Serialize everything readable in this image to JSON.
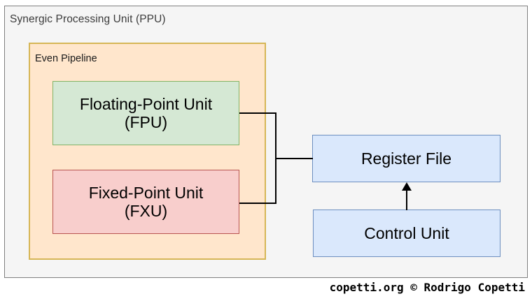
{
  "diagram": {
    "title": "Synergic Processing Unit (PPU)",
    "containers": [
      {
        "id": "ppu",
        "label": "Synergic Processing Unit (PPU)",
        "fill": "#f5f5f5",
        "stroke": "#7f7f7f"
      },
      {
        "id": "even-pipeline",
        "label": "Even Pipeline",
        "fill": "#ffe6cc",
        "stroke": "#d6b656"
      }
    ],
    "nodes": [
      {
        "id": "fpu",
        "line1": "Floating-Point Unit",
        "line2": "(FPU)",
        "fill": "#d5e8d4",
        "stroke": "#82b366"
      },
      {
        "id": "fxu",
        "line1": "Fixed-Point Unit",
        "line2": "(FXU)",
        "fill": "#f8cecc",
        "stroke": "#b85450"
      },
      {
        "id": "register-file",
        "line1": "Register File",
        "line2": "",
        "fill": "#dae8fc",
        "stroke": "#6c8ebf"
      },
      {
        "id": "control-unit",
        "line1": "Control Unit",
        "line2": "",
        "fill": "#dae8fc",
        "stroke": "#6c8ebf"
      }
    ],
    "connectors": [
      {
        "id": "fpu-to-register-file",
        "from": "fpu",
        "to": "register-file",
        "arrow": false
      },
      {
        "id": "fxu-to-register-file",
        "from": "fxu",
        "to": "register-file",
        "arrow": false
      },
      {
        "id": "control-unit-to-register-file",
        "from": "control-unit",
        "to": "register-file",
        "arrow": true
      }
    ]
  },
  "footer": {
    "credit": "copetti.org © Rodrigo Copetti"
  }
}
